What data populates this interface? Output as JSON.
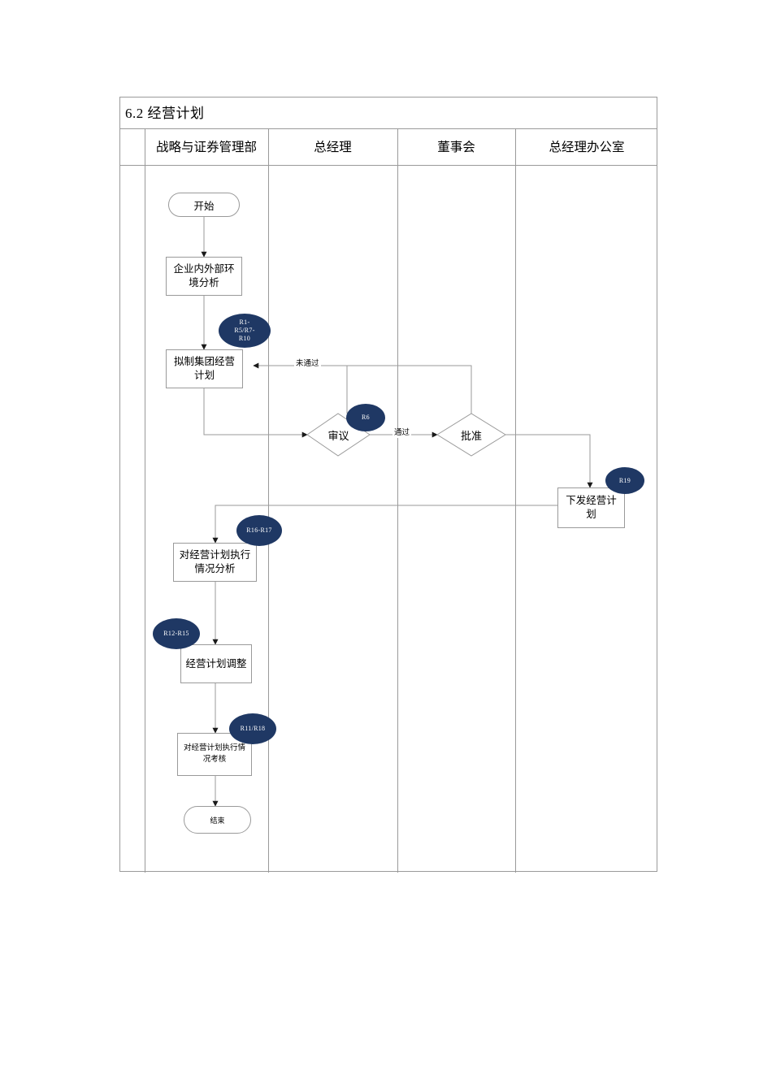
{
  "document": {
    "section_number": "6.2",
    "section_title": "经营计划",
    "title_full": "6.2  经营计划"
  },
  "swimlanes": {
    "gutter_label": "",
    "lanes": [
      {
        "id": "strategy",
        "label": "战略与证券管理部"
      },
      {
        "id": "gm",
        "label": "总经理"
      },
      {
        "id": "board",
        "label": "董事会"
      },
      {
        "id": "gm-office",
        "label": "总经理办公室"
      }
    ]
  },
  "flowchart": {
    "type": "swimlane-flowchart",
    "accent_color": "#1f3864",
    "line_color": "#9a9a9a",
    "nodes": [
      {
        "id": "start",
        "kind": "terminator",
        "lane": "strategy",
        "label": "开始"
      },
      {
        "id": "analysis",
        "kind": "process",
        "lane": "strategy",
        "label": "企业内外部环境分析"
      },
      {
        "id": "draft",
        "kind": "process",
        "lane": "strategy",
        "label": "拟制集团经营计划"
      },
      {
        "id": "review",
        "kind": "decision",
        "lane": "gm",
        "label": "审议"
      },
      {
        "id": "approve",
        "kind": "decision",
        "lane": "board",
        "label": "批准"
      },
      {
        "id": "issue",
        "kind": "process",
        "lane": "gm-office",
        "label": "下发经营计划"
      },
      {
        "id": "exec-anal",
        "kind": "process",
        "lane": "strategy",
        "label": "对经营计划执行情况分析"
      },
      {
        "id": "adjust",
        "kind": "process",
        "lane": "strategy",
        "label": "经营计划调整"
      },
      {
        "id": "assess",
        "kind": "process",
        "lane": "strategy",
        "label": "对经营计划执行情况考核"
      },
      {
        "id": "end",
        "kind": "terminator",
        "lane": "strategy",
        "label": "结束"
      }
    ],
    "edges": [
      {
        "from": "start",
        "to": "analysis",
        "label": ""
      },
      {
        "from": "analysis",
        "to": "draft",
        "label": ""
      },
      {
        "from": "draft",
        "to": "review",
        "label": ""
      },
      {
        "from": "review",
        "to": "draft",
        "label": "未通过"
      },
      {
        "from": "review",
        "to": "approve",
        "label": "通过"
      },
      {
        "from": "approve",
        "to": "draft",
        "label": ""
      },
      {
        "from": "approve",
        "to": "issue",
        "label": ""
      },
      {
        "from": "issue",
        "to": "exec-anal",
        "label": ""
      },
      {
        "from": "exec-anal",
        "to": "adjust",
        "label": ""
      },
      {
        "from": "adjust",
        "to": "assess",
        "label": ""
      },
      {
        "from": "assess",
        "to": "end",
        "label": ""
      }
    ],
    "risk_badges": [
      {
        "id": "badge-draft",
        "attached_to": "draft",
        "lines": [
          "R1-",
          "R5/R7-",
          "R10"
        ],
        "text": "R1-R5/R7-R10"
      },
      {
        "id": "badge-review",
        "attached_to": "review",
        "lines": [
          "R6"
        ],
        "text": "R6"
      },
      {
        "id": "badge-issue",
        "attached_to": "issue",
        "lines": [
          "R19"
        ],
        "text": "R19"
      },
      {
        "id": "badge-exec-anal",
        "attached_to": "exec-anal",
        "lines": [
          "R16-R17"
        ],
        "text": "R16-R17"
      },
      {
        "id": "badge-adjust",
        "attached_to": "adjust",
        "lines": [
          "R12-R15"
        ],
        "text": "R12-R15"
      },
      {
        "id": "badge-assess",
        "attached_to": "assess",
        "lines": [
          "R11/R18"
        ],
        "text": "R11/R18"
      }
    ],
    "edge_labels": {
      "fail": "未通过",
      "pass": "通过"
    }
  }
}
